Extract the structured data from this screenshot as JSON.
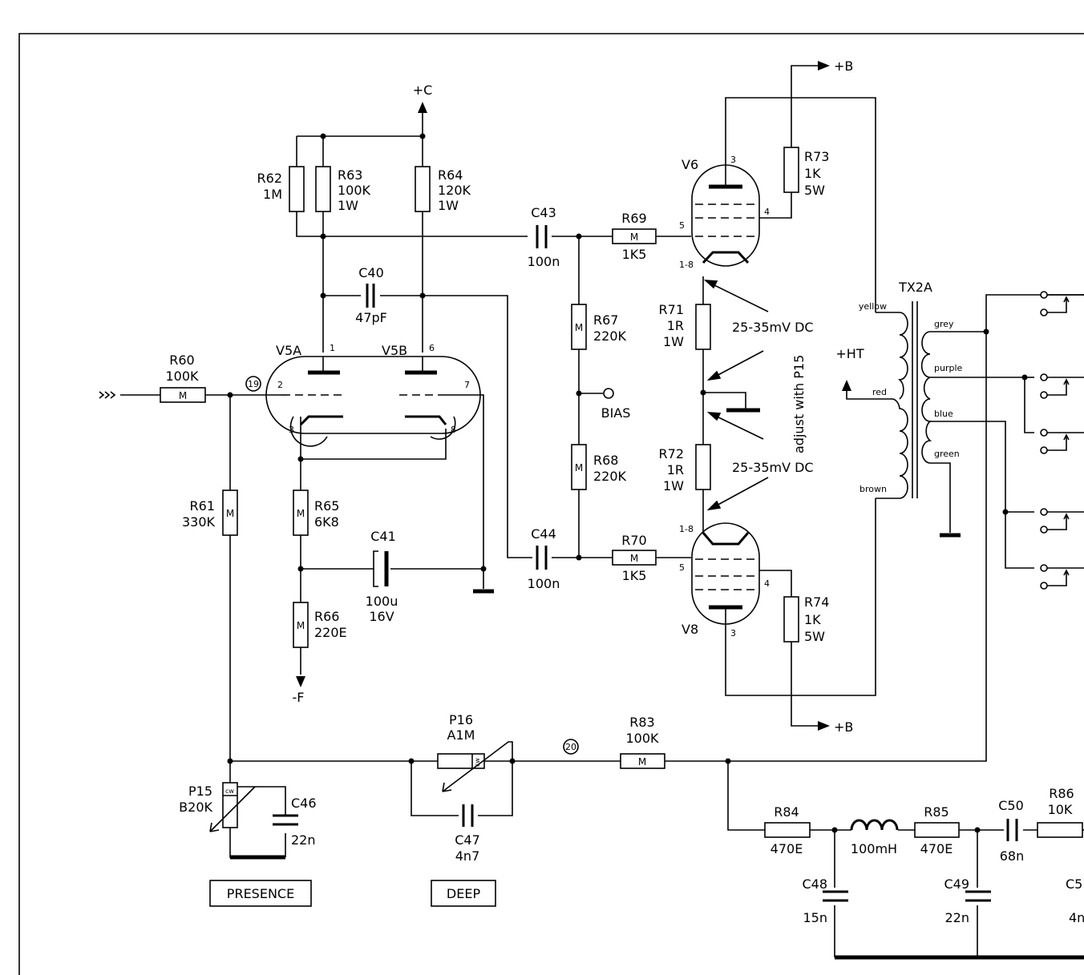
{
  "rails": {
    "plus_c": "+C",
    "plus_b_top": "+B",
    "plus_b_bottom": "+B",
    "minus_f": "-F",
    "plus_ht": "+HT",
    "bias": "BIAS"
  },
  "nodes": {
    "n19": "19",
    "n20": "20"
  },
  "resistors": [
    {
      "ref": "R60",
      "value": "100K"
    },
    {
      "ref": "R61",
      "value": "330K"
    },
    {
      "ref": "R62",
      "value": "1M"
    },
    {
      "ref": "R63",
      "value": "100K",
      "rating": "1W"
    },
    {
      "ref": "R64",
      "value": "120K",
      "rating": "1W"
    },
    {
      "ref": "R65",
      "value": "6K8"
    },
    {
      "ref": "R66",
      "value": "220E"
    },
    {
      "ref": "R67",
      "value": "220K"
    },
    {
      "ref": "R68",
      "value": "220K"
    },
    {
      "ref": "R69",
      "value": "1K5"
    },
    {
      "ref": "R70",
      "value": "1K5"
    },
    {
      "ref": "R71",
      "value": "1R",
      "rating": "1W"
    },
    {
      "ref": "R72",
      "value": "1R",
      "rating": "1W"
    },
    {
      "ref": "R73",
      "value": "1K",
      "rating": "5W"
    },
    {
      "ref": "R74",
      "value": "1K",
      "rating": "5W"
    },
    {
      "ref": "R83",
      "value": "100K"
    },
    {
      "ref": "R84",
      "value": "470E"
    },
    {
      "ref": "R85",
      "value": "470E"
    },
    {
      "ref": "R86",
      "value": "10K"
    }
  ],
  "resistor_marker": "M",
  "capacitors": [
    {
      "ref": "C40",
      "value": "47pF"
    },
    {
      "ref": "C41",
      "value": "100u",
      "rating": "16V"
    },
    {
      "ref": "C43",
      "value": "100n"
    },
    {
      "ref": "C44",
      "value": "100n"
    },
    {
      "ref": "C46",
      "value": "22n"
    },
    {
      "ref": "C47",
      "value": "4n7"
    },
    {
      "ref": "C48",
      "value": "15n"
    },
    {
      "ref": "C49",
      "value": "22n"
    },
    {
      "ref": "C50",
      "value": "68n"
    },
    {
      "ref": "C5",
      "value": "4n"
    }
  ],
  "inductor": {
    "value": "100mH"
  },
  "pots": [
    {
      "ref": "P15",
      "value": "B20K",
      "cw": "cw",
      "control": "PRESENCE"
    },
    {
      "ref": "P16",
      "value": "A1M",
      "cw": "cw",
      "control": "DEEP"
    }
  ],
  "tubes": {
    "v5a": {
      "ref": "V5A",
      "pins": [
        "1",
        "2",
        "3"
      ]
    },
    "v5b": {
      "ref": "V5B",
      "pins": [
        "6",
        "7",
        "8"
      ]
    },
    "v6": {
      "ref": "V6",
      "pins": [
        "3",
        "4",
        "5",
        "1-8"
      ]
    },
    "v8": {
      "ref": "V8",
      "pins": [
        "3",
        "4",
        "5",
        "1-8"
      ]
    }
  },
  "transformer": {
    "ref": "TX2A",
    "primary": [
      "yellow",
      "red",
      "brown"
    ],
    "secondary": [
      "grey",
      "purple",
      "blue",
      "green"
    ]
  },
  "notes": {
    "dc_top": "25-35mV DC",
    "dc_bottom": "25-35mV DC",
    "adjust": "adjust with P15"
  },
  "colors": {
    "ink": "#000000",
    "background": "#ffffff"
  }
}
